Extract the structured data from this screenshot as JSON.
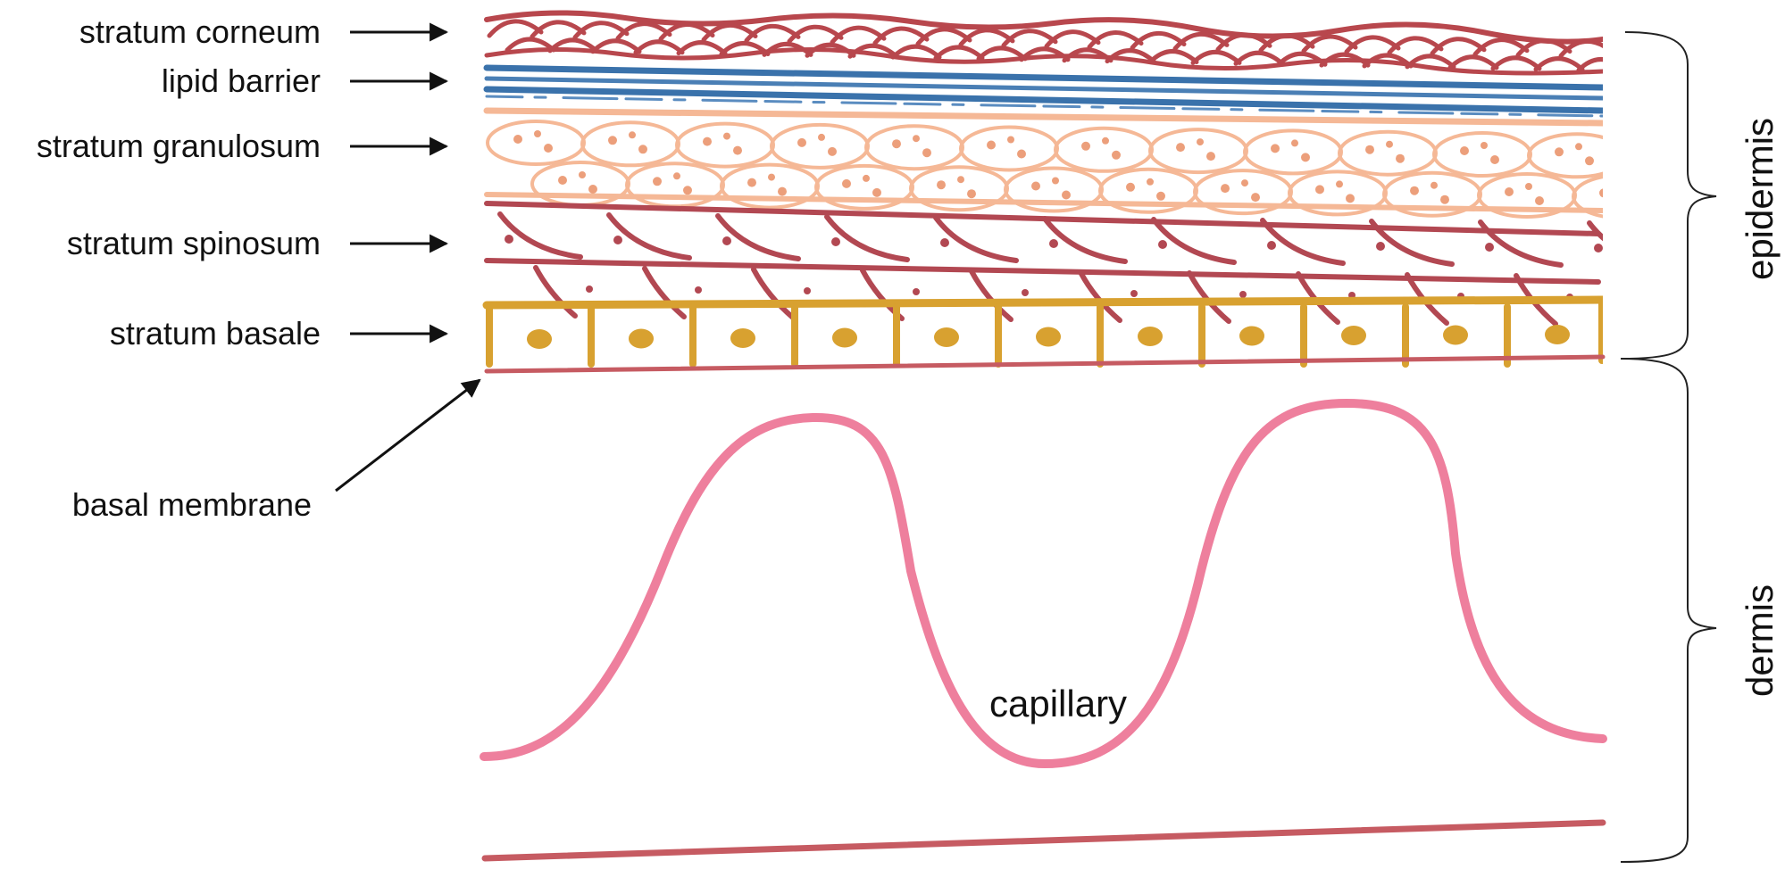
{
  "layers": {
    "stratum_corneum": "stratum corneum",
    "lipid_barrier": "lipid barrier",
    "stratum_granulosum": "stratum granulosum",
    "stratum_spinosum": "stratum spinosum",
    "stratum_basale": "stratum basale",
    "basal_membrane": "basal membrane"
  },
  "capillary_label": "capillary",
  "regions": {
    "epidermis": "epidermis",
    "dermis": "dermis"
  },
  "colors": {
    "corneum": "#b8474d",
    "lipid": "#3a72ab",
    "granulosum": "#f5b896",
    "granulosum_dots": "#ec9f7b",
    "spinosum": "#b24852",
    "basale": "#d8a130",
    "membrane": "#c65b62",
    "capillary": "#ee7f9d",
    "arrow": "#111111",
    "brace": "#222222"
  }
}
